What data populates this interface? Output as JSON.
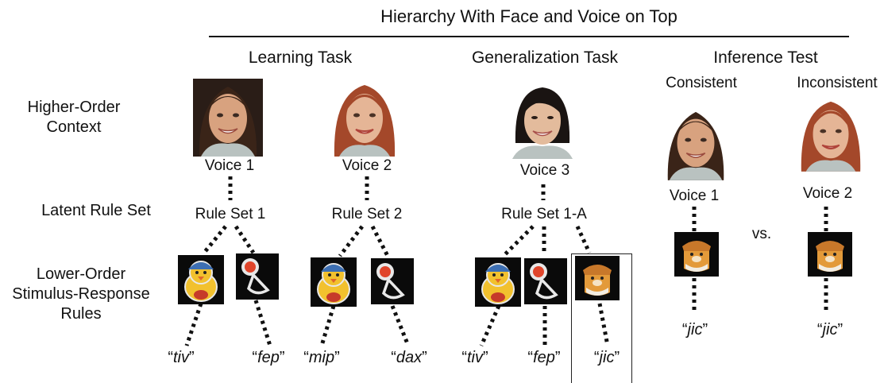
{
  "title": "Hierarchy With Face and Voice on Top",
  "tasks": {
    "learning": "Learning Task",
    "generalization": "Generalization Task",
    "inference": "Inference Test"
  },
  "inference_labels": {
    "consistent": "Consistent",
    "inconsistent": "Inconsistent"
  },
  "rows": {
    "higher_order": [
      "Higher-Order",
      "Context"
    ],
    "latent": "Latent Rule Set",
    "lower_order": [
      "Lower-Order",
      "Stimulus-Response",
      "Rules"
    ]
  },
  "voices": {
    "learning_1": "Voice 1",
    "learning_2": "Voice 2",
    "generalization": "Voice 3",
    "inference_1": "Voice 1",
    "inference_2": "Voice 2"
  },
  "rule_sets": {
    "rs1": "Rule Set 1",
    "rs2": "Rule Set 2",
    "rs1a": "Rule Set 1-A"
  },
  "versus": "vs.",
  "responses": {
    "tiv_1": "tiv",
    "fep_1": "fep",
    "mip": "mip",
    "dax": "dax",
    "tiv_2": "tiv",
    "fep_2": "fep",
    "jic_gen": "jic",
    "jic_1": "jic",
    "jic_2": "jic"
  },
  "quote_open": "“",
  "quote_close": "”",
  "colors": {
    "dark_hair": "#3a2418",
    "red_hair": "#a4482a",
    "black_hair": "#1a1412",
    "skin_1": "#d8a27f",
    "skin_2": "#e5b596",
    "skin_3": "#e3bb9c",
    "scarf": "#b9c2c0",
    "chick_yellow": "#f2c12e",
    "chick_hat": "#3d6fb3",
    "loop_red": "#e0452b",
    "bear_orange": "#e39a3a"
  },
  "icons": {
    "face_brunette": "face-brunette-icon",
    "face_redhead": "face-redhead-icon",
    "face_asian": "face-asian-icon",
    "chick_toy": "chick-toy-icon",
    "loop_toy": "loop-toy-icon",
    "bear_toy": "bear-toy-icon"
  }
}
